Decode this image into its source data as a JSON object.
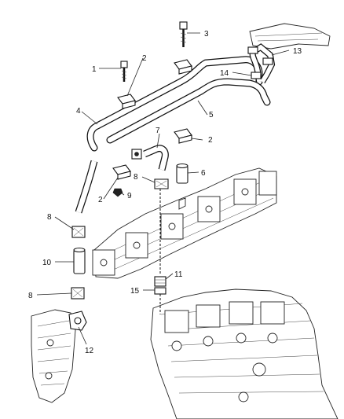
{
  "diagram": {
    "callouts": [
      {
        "id": "c1",
        "label": "1"
      },
      {
        "id": "c2a",
        "label": "2"
      },
      {
        "id": "c2b",
        "label": "2"
      },
      {
        "id": "c2c",
        "label": "2"
      },
      {
        "id": "c3",
        "label": "3"
      },
      {
        "id": "c4",
        "label": "4"
      },
      {
        "id": "c5",
        "label": "5"
      },
      {
        "id": "c6",
        "label": "6"
      },
      {
        "id": "c7",
        "label": "7"
      },
      {
        "id": "c8a",
        "label": "8"
      },
      {
        "id": "c8b",
        "label": "8"
      },
      {
        "id": "c8c",
        "label": "8"
      },
      {
        "id": "c9",
        "label": "9"
      },
      {
        "id": "c10",
        "label": "10"
      },
      {
        "id": "c11",
        "label": "11"
      },
      {
        "id": "c12",
        "label": "12"
      },
      {
        "id": "c13",
        "label": "13"
      },
      {
        "id": "c14",
        "label": "14"
      },
      {
        "id": "c15",
        "label": "15"
      }
    ]
  }
}
